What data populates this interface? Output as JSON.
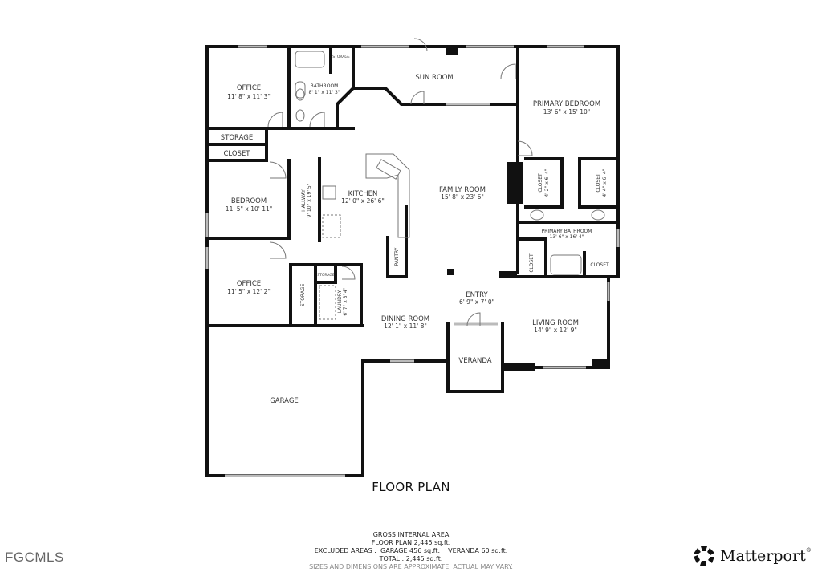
{
  "plan": {
    "title": "FLOOR PLAN",
    "rooms": [
      {
        "id": "office1",
        "name": "OFFICE",
        "dims": "11' 8\" x 11' 3\""
      },
      {
        "id": "bath",
        "name": "BATHROOM",
        "dims": "8' 1\" x 11' 3\""
      },
      {
        "id": "storage_top",
        "name": "STORAGE"
      },
      {
        "id": "sunroom",
        "name": "SUN ROOM"
      },
      {
        "id": "primary_bed",
        "name": "PRIMARY BEDROOM",
        "dims": "13' 6\" x 15' 10\""
      },
      {
        "id": "storage_hall",
        "name": "STORAGE"
      },
      {
        "id": "closet_hall",
        "name": "CLOSET"
      },
      {
        "id": "bedroom",
        "name": "BEDROOM",
        "dims": "11' 5\" x 10' 11\""
      },
      {
        "id": "hallway",
        "name": "HALLWAY",
        "dims": "9' 10\" x 19' 5\""
      },
      {
        "id": "kitchen",
        "name": "KITCHEN",
        "dims": "12' 0\" x 26' 6\""
      },
      {
        "id": "family",
        "name": "FAMILY ROOM",
        "dims": "15' 8\" x 23' 6\""
      },
      {
        "id": "closet_l",
        "name": "CLOSET",
        "dims": "4' 2\" x 6' 4\""
      },
      {
        "id": "closet_r",
        "name": "CLOSET",
        "dims": "4' 4\" x 6' 4\""
      },
      {
        "id": "primary_bath",
        "name": "PRIMARY BATHROOM",
        "dims": "13' 6\" x 16' 4\""
      },
      {
        "id": "closet_pb_l",
        "name": "CLOSET"
      },
      {
        "id": "closet_pb_r",
        "name": "CLOSET"
      },
      {
        "id": "pantry",
        "name": "PANTRY"
      },
      {
        "id": "office2",
        "name": "OFFICE",
        "dims": "11' 5\" x 12' 2\""
      },
      {
        "id": "storage_low",
        "name": "STORAGE"
      },
      {
        "id": "storage_small",
        "name": "STORAGE"
      },
      {
        "id": "laundry",
        "name": "LAUNDRY",
        "dims": "6' 7\" x 8' 4\""
      },
      {
        "id": "entry",
        "name": "ENTRY",
        "dims": "6' 9\" x 7' 0\""
      },
      {
        "id": "dining",
        "name": "DINING ROOM",
        "dims": "12' 1\" x 11' 8\""
      },
      {
        "id": "living",
        "name": "LIVING ROOM",
        "dims": "14' 9\" x 12' 9\""
      },
      {
        "id": "veranda",
        "name": "VERANDA"
      },
      {
        "id": "garage",
        "name": "GARAGE"
      }
    ]
  },
  "summary": {
    "line1": "GROSS INTERNAL AREA",
    "line2": "FLOOR PLAN 2,445 sq.ft.",
    "line3": "EXCLUDED AREAS :  GARAGE 456 sq.ft.    VERANDA 60 sq.ft.",
    "line4": "TOTAL :  2,445 sq.ft.",
    "disclaimer": "SIZES AND DIMENSIONS ARE APPROXIMATE, ACTUAL MAY VARY."
  },
  "watermark": "FGCMLS",
  "brand": {
    "name": "Matterport",
    "reg": "®",
    "icon": "matterport-logo-icon"
  },
  "colors": {
    "wall": "#111111",
    "window": "#cccccc",
    "text": "#333333",
    "disclaimer": "#888888"
  }
}
